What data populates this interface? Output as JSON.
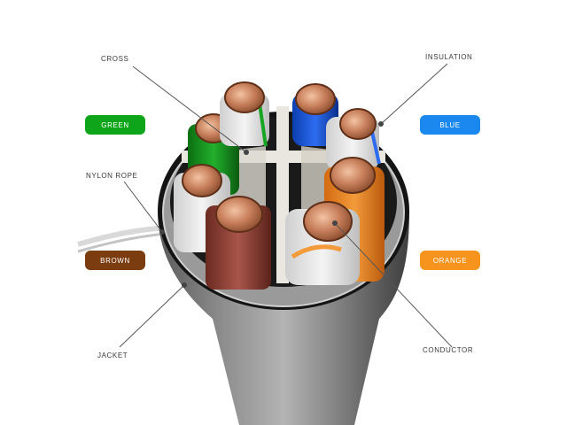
{
  "callouts": {
    "cross": "CROSS",
    "insulation": "INSULATION",
    "nylon_rope": "NYLON ROPE",
    "jacket": "JACKET",
    "conductor": "CONDUCTOR"
  },
  "color_codes": [
    {
      "label": "GREEN",
      "color": "#0fa51a"
    },
    {
      "label": "BLUE",
      "color": "#1a88ee"
    },
    {
      "label": "BROWN",
      "color": "#7b3c10"
    },
    {
      "label": "ORANGE",
      "color": "#f7941d"
    }
  ]
}
